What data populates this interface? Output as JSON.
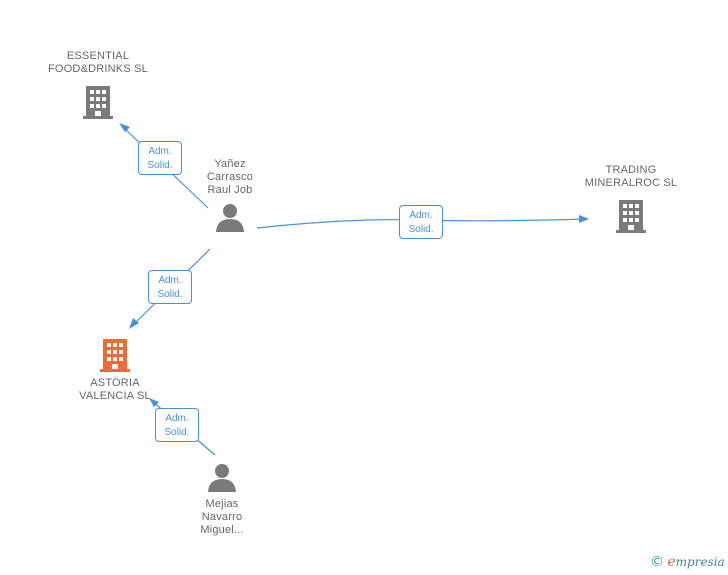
{
  "nodes": {
    "essential": {
      "label": "ESSENTIAL\nFOOD&DRINKS SL",
      "type": "company"
    },
    "trading": {
      "label": "TRADING\nMINERALROC SL",
      "type": "company"
    },
    "astoria": {
      "label": "ASTORIA\nVALENCIA SL",
      "type": "company-highlight"
    },
    "yanez": {
      "label": "Yañez\nCarrasco\nRaul Job",
      "type": "person"
    },
    "mejias": {
      "label": "Mejias\nNavarro\nMiguel...",
      "type": "person"
    }
  },
  "edges": [
    {
      "from": "yanez",
      "to": "essential",
      "label_line1": "Adm.",
      "label_line2": "Solid."
    },
    {
      "from": "yanez",
      "to": "trading",
      "label_line1": "Adm.",
      "label_line2": "Solid."
    },
    {
      "from": "yanez",
      "to": "astoria",
      "label_line1": "Adm.",
      "label_line2": "Solid."
    },
    {
      "from": "mejias",
      "to": "astoria",
      "label_line1": "Adm.",
      "label_line2": "Solid."
    }
  ],
  "colors": {
    "edge": "#4a90d9",
    "company_icon": "#7a7a7a",
    "company_highlight_icon": "#f26a35",
    "person_icon": "#7a7a7a"
  },
  "brand": {
    "copyright": "©",
    "e": "e",
    "rest": "mpresia"
  }
}
